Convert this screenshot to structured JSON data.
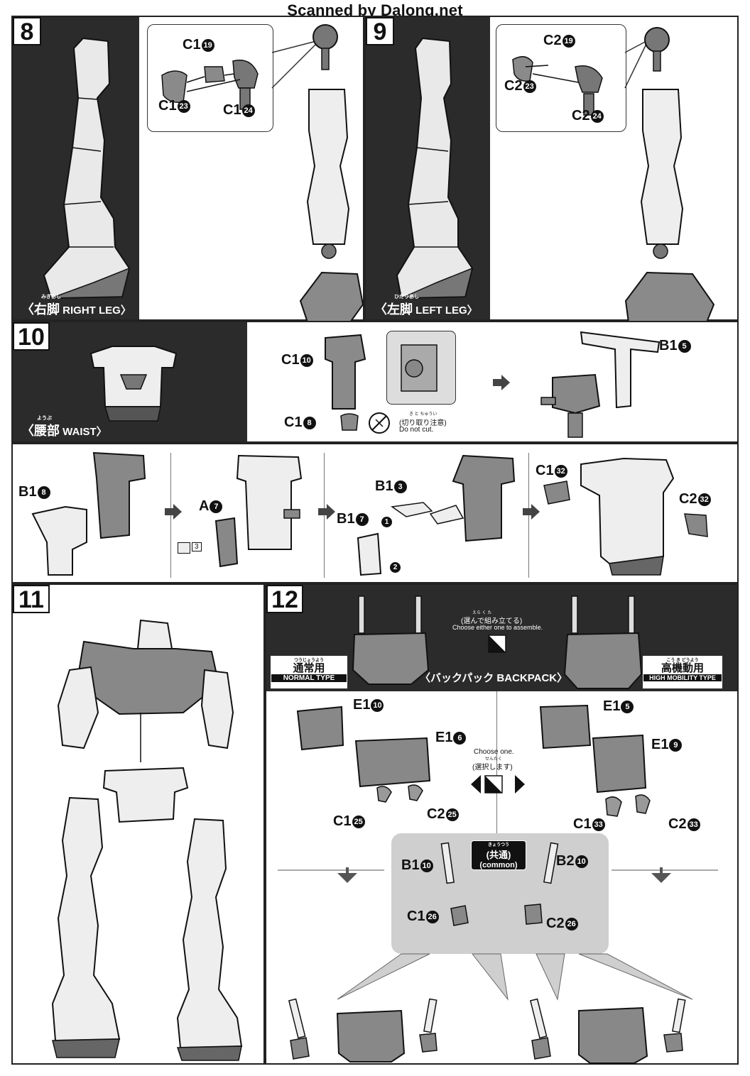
{
  "watermark": "Scanned by Dalong.net",
  "steps": {
    "s8": {
      "number": "8",
      "caption_jp": "〈右脚",
      "caption_en": "RIGHT LEG〉",
      "ruby": "みぎあし",
      "parts": [
        {
          "code": "C1",
          "num": "19"
        },
        {
          "code": "C1",
          "num": "23"
        },
        {
          "code": "C1",
          "num": "24"
        }
      ]
    },
    "s9": {
      "number": "9",
      "caption_jp": "〈左脚",
      "caption_en": "LEFT LEG〉",
      "ruby": "ひだりあし",
      "parts": [
        {
          "code": "C2",
          "num": "19"
        },
        {
          "code": "C2",
          "num": "23"
        },
        {
          "code": "C2",
          "num": "24"
        }
      ]
    },
    "s10": {
      "number": "10",
      "caption_jp": "〈腰部",
      "caption_en": "WAIST〉",
      "ruby": "ようぶ",
      "top_parts": [
        {
          "code": "C1",
          "num": "10"
        },
        {
          "code": "C1",
          "num": "8"
        },
        {
          "code": "B1",
          "num": "5"
        }
      ],
      "do_not_cut_jp": "(切り取り注意)",
      "do_not_cut_ruby": "き と ちゅうい",
      "do_not_cut_en": "Do not cut.",
      "bottom_parts": [
        {
          "code": "B1",
          "num": "8"
        },
        {
          "code": "A",
          "num": "7"
        },
        {
          "code": "B1",
          "num": "3"
        },
        {
          "code": "B1",
          "num": "7"
        },
        {
          "code": "C1",
          "num": "32"
        },
        {
          "code": "C2",
          "num": "32"
        }
      ],
      "tool_count": "3",
      "order": [
        "1",
        "2"
      ]
    },
    "s11": {
      "number": "11"
    },
    "s12": {
      "number": "12",
      "choose_ruby": "えら く た",
      "choose_jp": "(選んで組み立てる)",
      "choose_en": "Choose either one to assemble.",
      "caption": "〈バックパック BACKPACK〉",
      "normal_ruby": "つうじょうよう",
      "normal_jp": "通常用",
      "normal_en": "NORMAL TYPE",
      "high_ruby": "こう き どうよう",
      "high_jp": "高機動用",
      "high_en": "HIGH MOBILITY TYPE",
      "choose_one_en": "Choose one.",
      "choose_one_jp": "(選択します)",
      "choose_one_ruby": "せんたく",
      "left_parts": [
        {
          "code": "E1",
          "num": "10"
        },
        {
          "code": "E1",
          "num": "6"
        },
        {
          "code": "C1",
          "num": "25"
        },
        {
          "code": "C2",
          "num": "25"
        }
      ],
      "right_parts": [
        {
          "code": "E1",
          "num": "5"
        },
        {
          "code": "E1",
          "num": "9"
        },
        {
          "code": "C1",
          "num": "33"
        },
        {
          "code": "C2",
          "num": "33"
        }
      ],
      "common_ruby": "きょうつう",
      "common_jp": "(共通)",
      "common_en": "(common)",
      "common_parts": [
        {
          "code": "B1",
          "num": "10"
        },
        {
          "code": "B2",
          "num": "10"
        },
        {
          "code": "C1",
          "num": "26"
        },
        {
          "code": "C2",
          "num": "26"
        }
      ]
    }
  }
}
